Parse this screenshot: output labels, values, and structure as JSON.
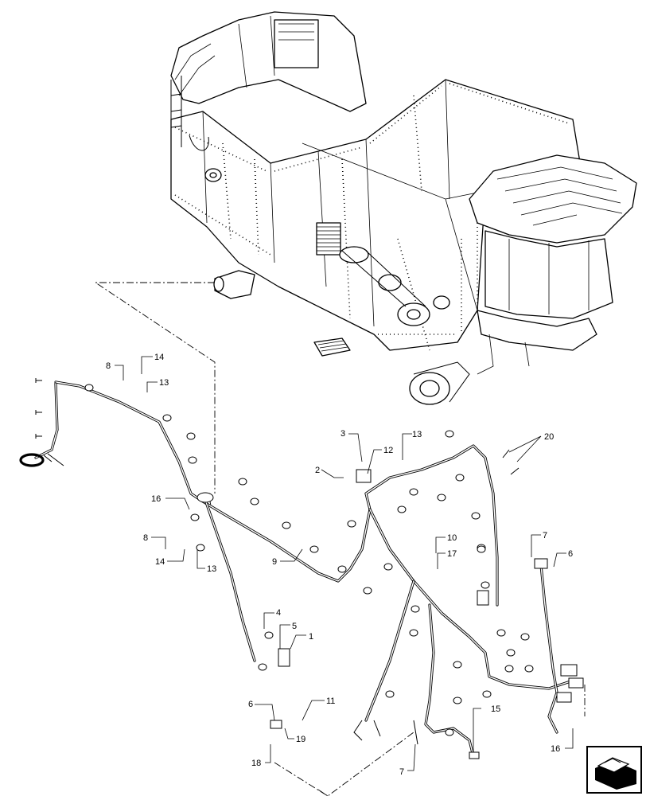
{
  "callouts": [
    {
      "id": "c1",
      "text": "1"
    },
    {
      "id": "c2",
      "text": "2"
    },
    {
      "id": "c3",
      "text": "3"
    },
    {
      "id": "c4",
      "text": "4"
    },
    {
      "id": "c5",
      "text": "5"
    },
    {
      "id": "c6a",
      "text": "6"
    },
    {
      "id": "c6b",
      "text": "6"
    },
    {
      "id": "c7a",
      "text": "7"
    },
    {
      "id": "c7b",
      "text": "7"
    },
    {
      "id": "c8a",
      "text": "8"
    },
    {
      "id": "c8b",
      "text": "8"
    },
    {
      "id": "c9",
      "text": "9"
    },
    {
      "id": "c10",
      "text": "10"
    },
    {
      "id": "c11",
      "text": "11"
    },
    {
      "id": "c12",
      "text": "12"
    },
    {
      "id": "c13a",
      "text": "13"
    },
    {
      "id": "c13b",
      "text": "13"
    },
    {
      "id": "c13c",
      "text": "13"
    },
    {
      "id": "c14a",
      "text": "14"
    },
    {
      "id": "c14b",
      "text": "14"
    },
    {
      "id": "c15",
      "text": "15"
    },
    {
      "id": "c16a",
      "text": "16"
    },
    {
      "id": "c16b",
      "text": "16"
    },
    {
      "id": "c17",
      "text": "17"
    },
    {
      "id": "c18",
      "text": "18"
    },
    {
      "id": "c19",
      "text": "19"
    },
    {
      "id": "c20",
      "text": "20"
    }
  ],
  "icons": {
    "machine": "combine-harvester-chassis-icon",
    "harness": "wiring-harness-icon",
    "navigation": "view-direction-arrow-icon"
  },
  "colors": {
    "line": "#000000",
    "background": "#ffffff"
  }
}
